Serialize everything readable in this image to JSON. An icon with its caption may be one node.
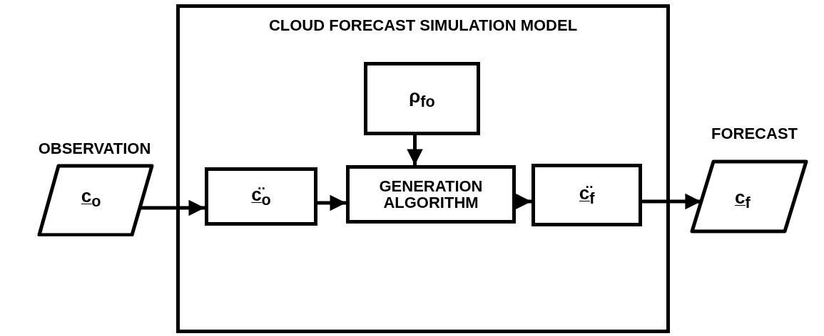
{
  "diagram": {
    "nodes": [
      {
        "text": [
          "OBSERVATION",
          "c̲$_{o}$"
        ]
      },
      {
        "text": [
          "CLOUD FORECAST SIMULATION MODEL"
        ]
      },
      {
        "text": [
          "ρ$_{fo}$"
        ],
        "in": 1
      },
      {
        "text": [
          "c̲̈$_{o}$"
        ],
        "in": 1
      },
      {
        "text": [
          "GENERATION ALGORITHM"
        ],
        "in": 1
      },
      {
        "text": [
          "c̲̈$_{f}$"
        ],
        "in": 1
      },
      {
        "text": [
          "FORECAST",
          "c̲$_{f}$"
        ]
      }
    ],
    "edges": [
      {
        "from": 0,
        "to": 3,
        "arrow": "to"
      },
      {
        "from": 3,
        "to": 4,
        "arrow": "to"
      },
      {
        "from": 2,
        "to": 4,
        "arrow": "to"
      },
      {
        "from": 4,
        "to": 5,
        "arrow": "to"
      },
      {
        "from": 5,
        "to": 6,
        "arrow": "to"
      }
    ]
  }
}
